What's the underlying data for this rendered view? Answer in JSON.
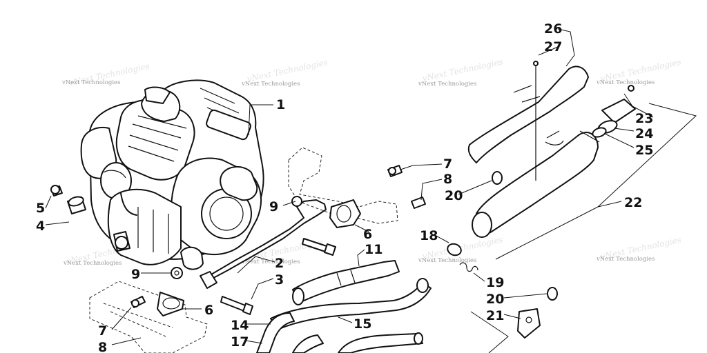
{
  "watermark": "vNext Technologies",
  "callouts": {
    "c1": "1",
    "c2": "2",
    "c3": "3",
    "c4": "4",
    "c5": "5",
    "c6a": "6",
    "c6b": "6",
    "c7a": "7",
    "c7b": "7",
    "c8a": "8",
    "c8b": "8",
    "c9a": "9",
    "c9b": "9",
    "c11": "11",
    "c14": "14",
    "c15": "15",
    "c17": "17",
    "c18": "18",
    "c19": "19",
    "c20a": "20",
    "c20b": "20",
    "c21": "21",
    "c22": "22",
    "c23": "23",
    "c24": "24",
    "c25": "25",
    "c26": "26",
    "c27": "27"
  }
}
